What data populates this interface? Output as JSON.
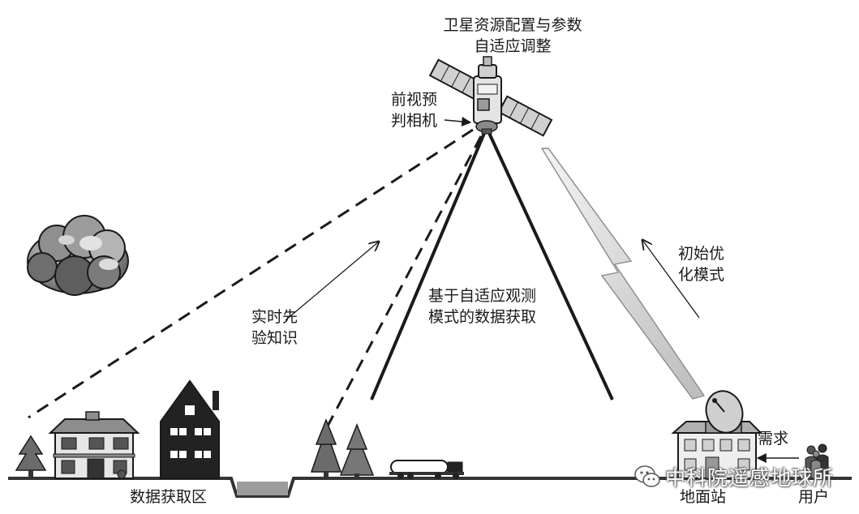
{
  "labels": {
    "satellite_title": [
      "卫星资源配置与参数",
      "自适应调整"
    ],
    "camera": [
      "前视预",
      "判相机"
    ],
    "prior_knowledge": [
      "实时先",
      "验知识"
    ],
    "adaptive_acquisition": [
      "基于自适应观测",
      "模式的数据获取"
    ],
    "initial_mode": [
      "初始优",
      "化模式"
    ],
    "demand": "需求",
    "acquisition_area": "数据获取区",
    "ground_station": "地面站",
    "user": "用户"
  },
  "watermark": {
    "text": "中科院遥感地球所",
    "icon": "wechat-icon"
  },
  "colors": {
    "ink": "#1a1a1a",
    "cloud_dark": "#555555",
    "cloud_light": "#bdbdbd",
    "ground": "#333333",
    "tree": "#6b6b6b",
    "building_fill": "#e6e6e6"
  }
}
